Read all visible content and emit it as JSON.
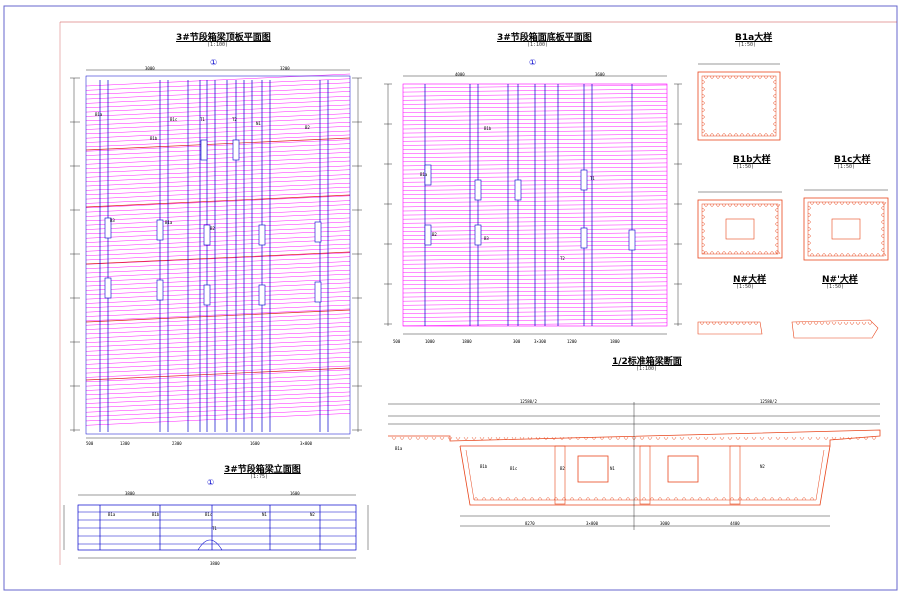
{
  "colors": {
    "background": "#ffffff",
    "frame": "#6666cc",
    "steel_bars": "#ff00ff",
    "prestress": "#0000cc",
    "detail_bars": "#e8461c",
    "dimension": "#000000",
    "accent_line": "#e02020"
  },
  "drawings": {
    "top_plate_plan": {
      "title": "3#节段箱梁顶板平面图",
      "scale": "(1:100)"
    },
    "bottom_plate_plan": {
      "title": "3#节段箱面底板平面图",
      "scale": "(1:100)"
    },
    "b1a_detail": {
      "title": "B1a大样",
      "scale": "(1:50)"
    },
    "b1b_detail": {
      "title": "B1b大样",
      "scale": "(1:50)"
    },
    "b1c_detail": {
      "title": "B1c大样",
      "scale": "(1:50)"
    },
    "n_detail": {
      "title": "N#大样",
      "scale": "(1:50)"
    },
    "n2_detail": {
      "title": "N#'大样",
      "scale": "(1:50)"
    },
    "cross_section": {
      "title": "1/2标准箱梁断面",
      "scale": "(1:100)"
    },
    "side_elevation": {
      "title": "3#节段箱梁立面图",
      "scale": "(1:75)"
    }
  },
  "dimensions": {
    "top_plan_top": [
      "3000",
      "3200"
    ],
    "top_plan_bottom": [
      "500",
      "1300",
      "2300",
      "1600",
      "3×800"
    ],
    "bottom_plan_top": [
      "4000",
      "3600"
    ],
    "bottom_plan_bottom": [
      "500",
      "1000",
      "1800",
      "300",
      "3×300",
      "1200",
      "1800"
    ],
    "cross_section_top": [
      "12580/2",
      "12580/2"
    ],
    "cross_section_bottom": [
      "8270",
      "4400",
      "3×800",
      "3000"
    ],
    "side_elevation_top": [
      "3800",
      "1600"
    ],
    "side_elevation_bottom": [
      "3800"
    ]
  },
  "labels": {
    "top_plan": [
      "B1a",
      "B1b",
      "B1c",
      "T1",
      "T2",
      "N1",
      "B2",
      "B3",
      "B1a",
      "B2"
    ],
    "bottom_plan": [
      "B1a",
      "B1b",
      "B2",
      "B3",
      "T1",
      "T2"
    ],
    "cross_section": [
      "B1a",
      "B1b",
      "B1c",
      "B2",
      "N1",
      "N2"
    ],
    "side_elevation": [
      "B1a",
      "B1b",
      "B1c",
      "N1",
      "N2",
      "T1"
    ]
  },
  "axis_marks": [
    "①",
    "①",
    "①"
  ]
}
